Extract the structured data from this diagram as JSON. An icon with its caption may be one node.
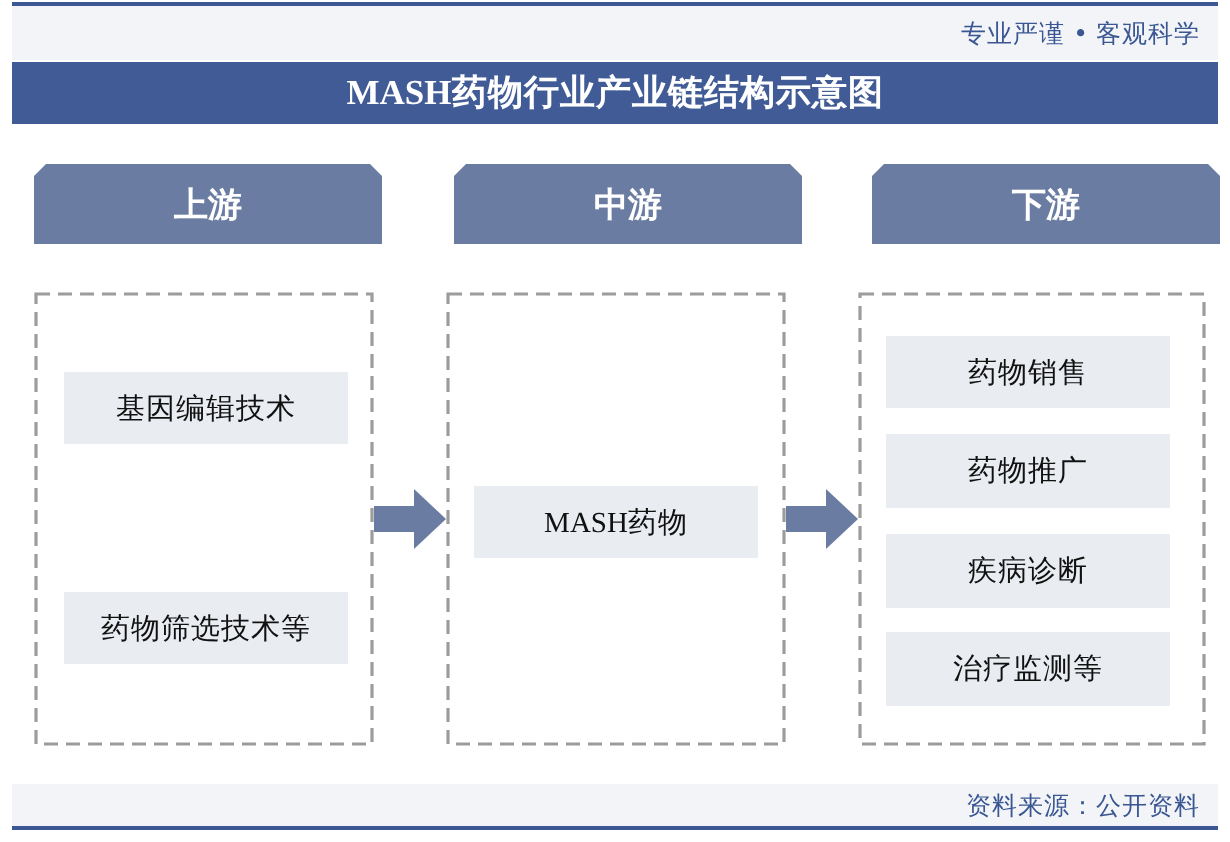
{
  "diagram": {
    "title": "MASH药物行业产业链结构示意图",
    "nodes": [
      {
        "text": [
          "上游"
        ]
      },
      {
        "text": [
          "中游"
        ]
      },
      {
        "text": [
          "下游"
        ]
      },
      {
        "text": [],
        "shape": "box"
      },
      {
        "text": [
          "基因编辑技术"
        ],
        "in": 3
      },
      {
        "text": [
          "药物筛选技术等"
        ],
        "in": 3
      },
      {
        "text": [],
        "shape": "box"
      },
      {
        "text": [
          "MASH药物"
        ],
        "in": 6
      },
      {
        "text": [],
        "shape": "box"
      },
      {
        "text": [
          "药物销售"
        ],
        "in": 8
      },
      {
        "text": [
          "药物推广"
        ],
        "in": 8
      },
      {
        "text": [
          "疾病诊断"
        ],
        "in": 8
      },
      {
        "text": [
          "治疗监测等"
        ],
        "in": 8
      }
    ],
    "edges": [
      {
        "from": 3,
        "to": 6,
        "arrow": "to"
      },
      {
        "from": 6,
        "to": 8,
        "arrow": "to"
      }
    ],
    "labels": [
      "专业严谨 • 客观科学",
      "资料来源：公开资料"
    ]
  }
}
